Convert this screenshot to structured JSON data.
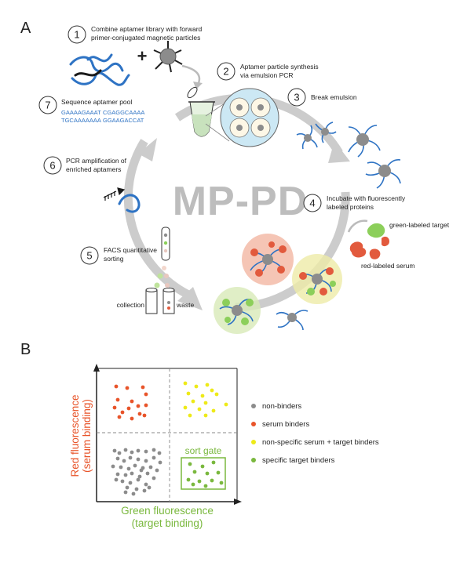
{
  "panel_a": {
    "letter": "A",
    "center_label": "MP-PD",
    "steps": [
      {
        "num": "1",
        "lines": [
          "Combine aptamer library with forward",
          "primer-conjugated magnetic particles"
        ]
      },
      {
        "num": "2",
        "lines": [
          "Aptamer particle synthesis",
          "via emulsion PCR"
        ]
      },
      {
        "num": "3",
        "lines": [
          "Break emulsion"
        ]
      },
      {
        "num": "4",
        "lines": [
          "Incubate with fluorescently",
          "labeled proteins"
        ]
      },
      {
        "num": "5",
        "lines": [
          "FACS quantitative",
          "sorting"
        ]
      },
      {
        "num": "6",
        "lines": [
          "PCR amplification of",
          "enriched aptamers"
        ]
      },
      {
        "num": "7",
        "lines": [
          "Sequence aptamer pool"
        ]
      }
    ],
    "sequences": [
      "GAAAAGAAAT",
      "CGAGGCAAAA",
      "TGCAAAAAAA",
      "GGAAGACCAT"
    ],
    "labels": {
      "green_target": "green-labeled target",
      "red_serum": "red-labeled serum",
      "collection": "collection",
      "waste": "waste",
      "plus": "+"
    }
  },
  "panel_b": {
    "letter": "B",
    "y_axis": [
      "Red fluorescence",
      "(serum binding)"
    ],
    "x_axis": [
      "Green fluorescence",
      "(target binding)"
    ],
    "sort_gate": "sort gate",
    "legend": [
      {
        "label": "non-binders",
        "color": "#8c8c8c"
      },
      {
        "label": "serum binders",
        "color": "#e8542a"
      },
      {
        "label": "non-specific serum + target binders",
        "color": "#eeea18"
      },
      {
        "label": "specific target binders",
        "color": "#7ab83e"
      }
    ]
  },
  "colors": {
    "cycle_arrow": "#cccccc",
    "aptamer": "#2e73c4",
    "red_axis": "#e8542a",
    "green_axis": "#7ab83e"
  }
}
